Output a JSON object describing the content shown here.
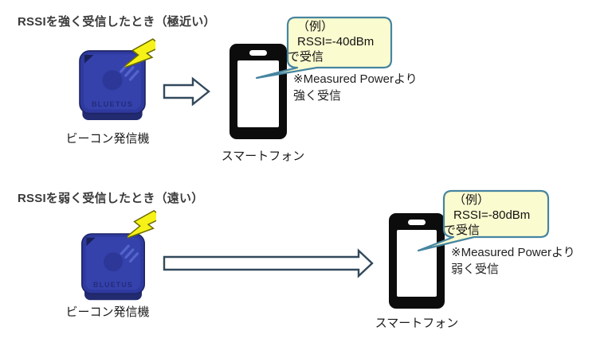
{
  "page": {
    "background": "#ffffff"
  },
  "colors": {
    "title_text": "#3a3a3a",
    "body_text": "#222222",
    "bubble_fill": "#fbfbd0",
    "bubble_border": "#4685a0",
    "arrow_outline": "#32495c",
    "arrow_fill": "#ffffff",
    "phone_body": "#0c0c0c",
    "beacon_body": "#2e3a9e",
    "beacon_base": "#222a70",
    "bolt_fill": "#f6f218"
  },
  "beacon_brand": "BLUETUS",
  "sections": [
    {
      "title": "RSSIを強く受信したとき（極近い）",
      "beacon_label": "ビーコン発信機",
      "phone_label": "スマートフォン",
      "bubble_line1": "（例）",
      "bubble_line2": "RSSI=-40dBm",
      "bubble_line3": "で受信",
      "note_line1": "※Measured Powerより",
      "note_line2": "強く受信"
    },
    {
      "title": "RSSIを弱く受信したとき（遠い）",
      "beacon_label": "ビーコン発信機",
      "phone_label": "スマートフォン",
      "bubble_line1": "（例）",
      "bubble_line2": "RSSI=-80dBm",
      "bubble_line3": "で受信",
      "note_line1": "※Measured Powerより",
      "note_line2": "弱く受信"
    }
  ]
}
